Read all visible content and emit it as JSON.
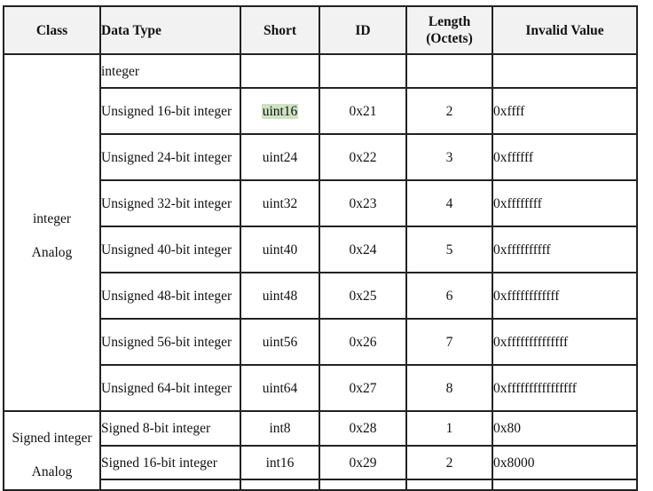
{
  "headers": {
    "class": "Class",
    "data_type": "Data Type",
    "short": "Short",
    "id": "ID",
    "length_line1": "Length",
    "length_line2": "(Octets)",
    "invalid_value": "Invalid Value"
  },
  "groups": [
    {
      "class_line1": "integer",
      "class_line2": "Analog",
      "rows": [
        {
          "data_type": "integer",
          "short": "",
          "id": "",
          "length": "",
          "invalid_value": ""
        },
        {
          "data_type": "Unsigned 16-bit integer",
          "short": "uint16",
          "id": "0x21",
          "length": "2",
          "invalid_value": "0xffff"
        },
        {
          "data_type": "Unsigned 24-bit integer",
          "short": "uint24",
          "id": "0x22",
          "length": "3",
          "invalid_value": "0xffffff"
        },
        {
          "data_type": "Unsigned 32-bit integer",
          "short": "uint32",
          "id": "0x23",
          "length": "4",
          "invalid_value": "0xffffffff"
        },
        {
          "data_type": "Unsigned 40-bit integer",
          "short": "uint40",
          "id": "0x24",
          "length": "5",
          "invalid_value": "0xffffffffff"
        },
        {
          "data_type": "Unsigned 48-bit integer",
          "short": "uint48",
          "id": "0x25",
          "length": "6",
          "invalid_value": "0xffffffffffff"
        },
        {
          "data_type": "Unsigned 56-bit integer",
          "short": "uint56",
          "id": "0x26",
          "length": "7",
          "invalid_value": "0xffffffffffffff"
        },
        {
          "data_type": "Unsigned 64-bit integer",
          "short": "uint64",
          "id": "0x27",
          "length": "8",
          "invalid_value": "0xffffffffffffffff"
        }
      ]
    },
    {
      "class_line1": "Signed integer",
      "class_line2": "Analog",
      "rows": [
        {
          "data_type": "Signed 8-bit integer",
          "short": "int8",
          "id": "0x28",
          "length": "1",
          "invalid_value": "0x80"
        },
        {
          "data_type": "Signed 16-bit integer",
          "short": "int16",
          "id": "0x29",
          "length": "2",
          "invalid_value": "0x8000"
        }
      ]
    }
  ]
}
